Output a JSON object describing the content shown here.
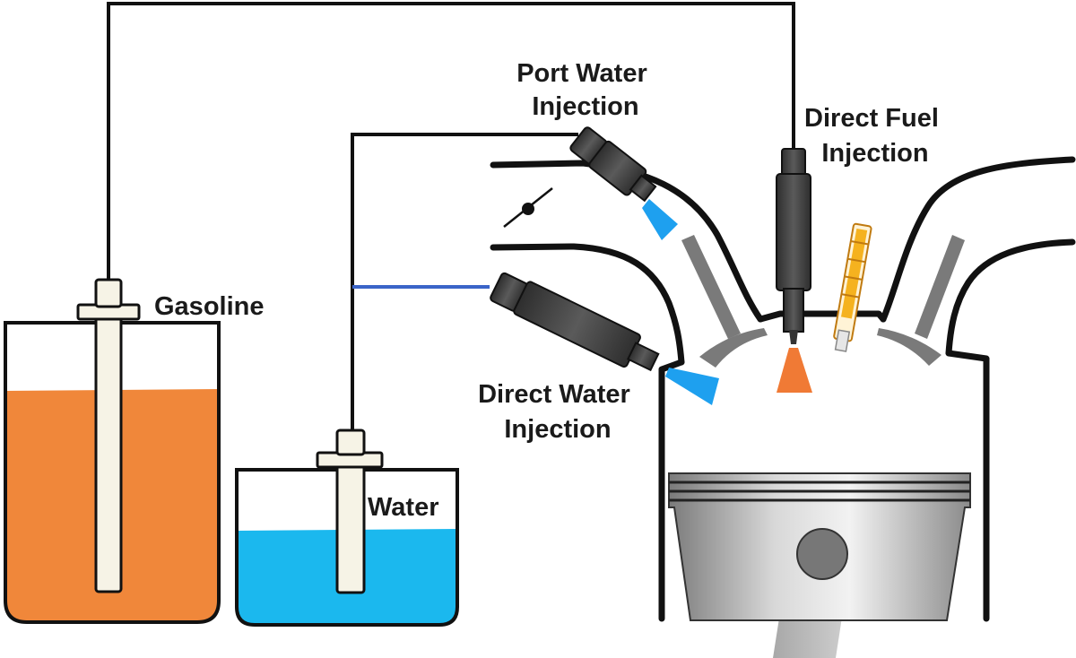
{
  "labels": {
    "gasoline": "Gasoline",
    "water": "Water",
    "port_water_injection": [
      "Port Water",
      "Injection"
    ],
    "direct_fuel_injection": [
      "Direct Fuel",
      "Injection"
    ],
    "direct_water_injection": [
      "Direct Water",
      "Injection"
    ]
  },
  "colors": {
    "gasoline": "#f0873a",
    "water": "#1bb8ee",
    "water_spray": "#1ea0ef",
    "fuel_spray": "#f07a35",
    "water_line": "#3a64c8",
    "line": "#111111",
    "injector": "#444444",
    "valve": "#7a7a7a",
    "spark_plug": "#f5b21f"
  }
}
